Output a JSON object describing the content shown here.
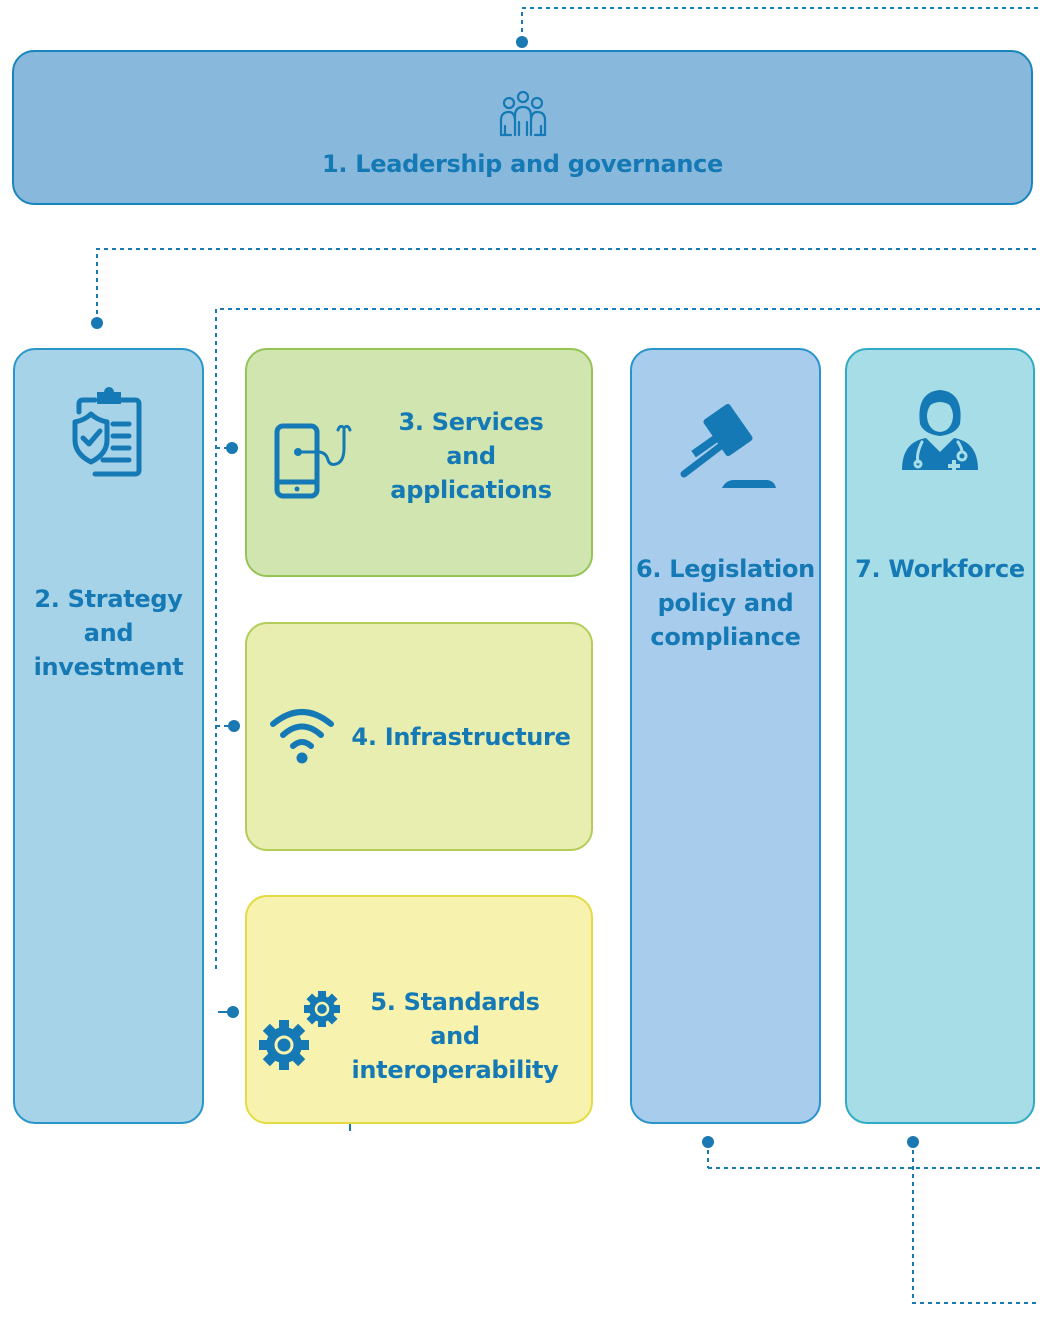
{
  "nodes": {
    "leadership": {
      "label": "1. Leadership and governance"
    },
    "strategy": {
      "label": "2. Strategy and investment"
    },
    "services": {
      "label": "3. Services and applications"
    },
    "infrastructure": {
      "label": "4. Infrastructure"
    },
    "standards": {
      "label": "5. Standards and interoperability"
    },
    "legislation": {
      "label": "6. Legislation policy and compliance"
    },
    "workforce": {
      "label": "7. Workforce"
    }
  },
  "icons": {
    "leadership": "people-group-icon",
    "strategy": "clipboard-shield-icon",
    "services": "mobile-stethoscope-icon",
    "infrastructure": "wifi-icon",
    "standards": "gears-icon",
    "legislation": "gavel-icon",
    "workforce": "doctor-icon"
  },
  "colors": {
    "text": "#1479b4",
    "connector": "#1a78b3",
    "leadership_fill": "#88b9dc",
    "strategy_fill": "#a7d3e8",
    "services_fill": "#d1e5b0",
    "infrastructure_fill": "#e7eeb0",
    "standards_fill": "#f7f2ad",
    "legislation_fill": "#a8cceb",
    "workforce_fill": "#a7dde6"
  }
}
